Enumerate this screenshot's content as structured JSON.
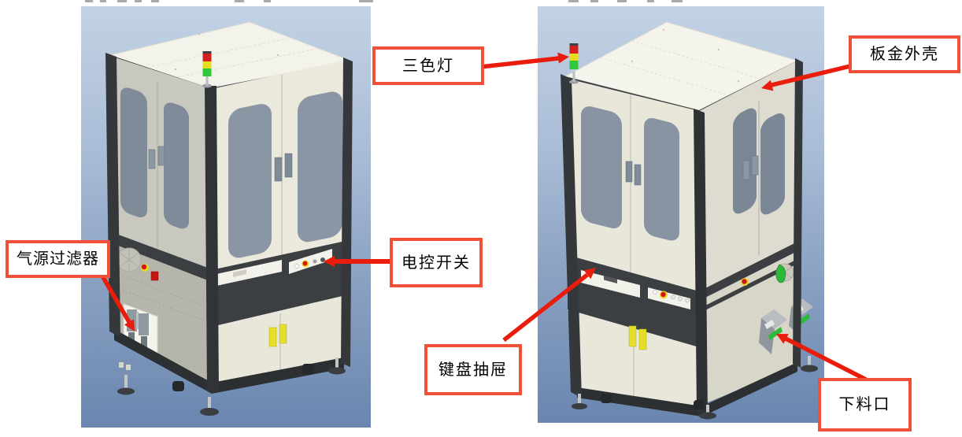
{
  "diagram": {
    "callouts": [
      {
        "id": "tricolor-light",
        "label": "三色灯"
      },
      {
        "id": "sheet-metal-housing",
        "label": "板金外壳"
      },
      {
        "id": "air-source-filter",
        "label": "气源过滤器"
      },
      {
        "id": "electric-control-switch",
        "label": "电控开关"
      },
      {
        "id": "keyboard-drawer",
        "label": "键盘抽屉"
      },
      {
        "id": "material-outlet",
        "label": "下料口"
      }
    ],
    "colors": {
      "callout_border": "#f0503a",
      "arrow_red": "#ea1c0c",
      "viewport_top": "#c3d2e5",
      "viewport_bottom": "#6a86af",
      "tower_red": "#d41f1f",
      "tower_yellow": "#e8dc20",
      "tower_green": "#2ec83a",
      "frame_dark": "#35393c",
      "panel_cream": "#eae8db",
      "glass_gray": "#8894a2",
      "handle_yellow": "#e4df2b"
    }
  }
}
